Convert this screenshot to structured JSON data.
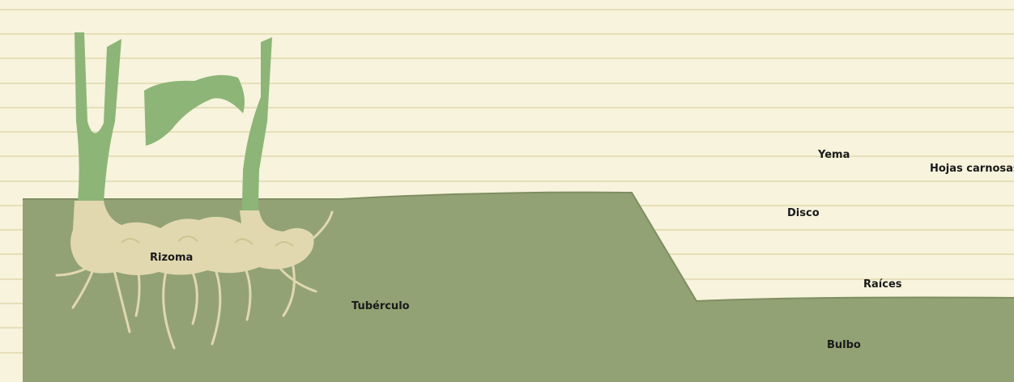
{
  "labels": {
    "rizoma": "Rizoma",
    "tuberculo": "Tubérculo",
    "bulbo": "Bulbo",
    "yema": "Yema",
    "hojas_carnosas": "Hojas carnosas",
    "disco": "Disco",
    "raices": "Raíces"
  },
  "colors": {
    "background": "#f3efd2",
    "plank_line": "#e6dfb9",
    "soil": "#93a274",
    "soil_edge": "#7f8e62",
    "rhizome": "#e1d8b0",
    "rhizome_stem": "#8db577",
    "potato_stem": "#1e9a3b",
    "potato_leaf": "#8cc23e",
    "tuber": "#a07a4f",
    "onion_bulb": "#d5b26a",
    "onion_leaf": "#4aa63f",
    "arrow": "#cc1f2e"
  }
}
